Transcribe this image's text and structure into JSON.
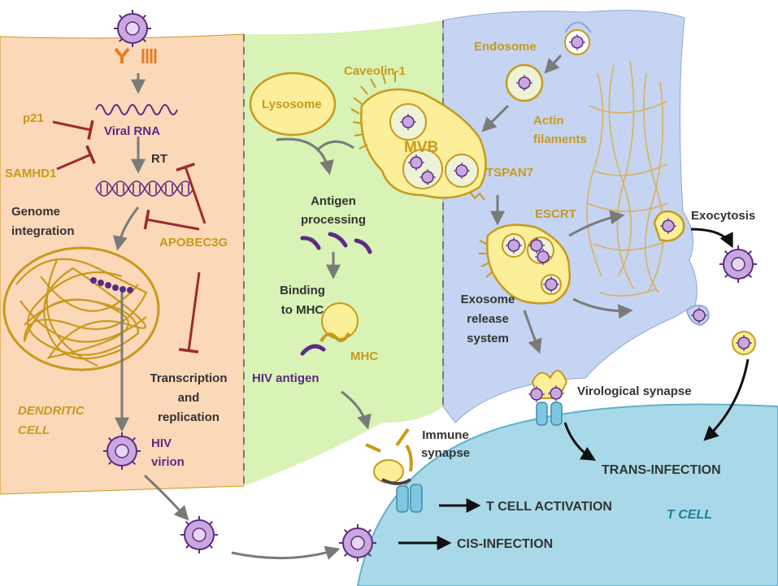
{
  "colors": {
    "dendritic_bg": "#FBD8B8",
    "lysosome_panel_bg": "#D9F2B5",
    "exosome_panel_bg": "#C5D4F2",
    "tcell_bg": "#A9D9E8",
    "label_gold": "#C89A1C",
    "label_purple": "#5B2C83",
    "inhibitor_red": "#9E2B2B"
  },
  "labels": {
    "p21": "p21",
    "viral_rna": "Viral RNA",
    "rt": "RT",
    "samhd1": "SAMHD1",
    "genome_integration": [
      "Genome",
      "integration"
    ],
    "apobec3g": "APOBEC3G",
    "transcription": [
      "Transcription",
      "and",
      "replication"
    ],
    "dendritic_cell": [
      "DENDRITIC",
      "CELL"
    ],
    "hiv_virion": [
      "HIV",
      "virion"
    ],
    "lysosome": "Lysosome",
    "caveolin": "Caveolin-1",
    "mvb": "MVB",
    "tspan7": "TSPAN7",
    "antigen_processing": [
      "Antigen",
      "processing"
    ],
    "binding_mhc": [
      "Binding",
      "to MHC"
    ],
    "mhc": "MHC",
    "hiv_antigen": "HIV antigen",
    "endosome": "Endosome",
    "actin": [
      "Actin",
      "filaments"
    ],
    "escrt": "ESCRT",
    "exocytosis": "Exocytosis",
    "exosome_release": [
      "Exosome",
      "release",
      "system"
    ],
    "virological_synapse": "Virological synapse",
    "immune_synapse": [
      "Immune",
      "synapse"
    ],
    "trans_infection": "TRANS-INFECTION",
    "t_cell_activation": "T CELL ACTIVATION",
    "cis_infection": "CIS-INFECTION",
    "t_cell": "T CELL"
  }
}
